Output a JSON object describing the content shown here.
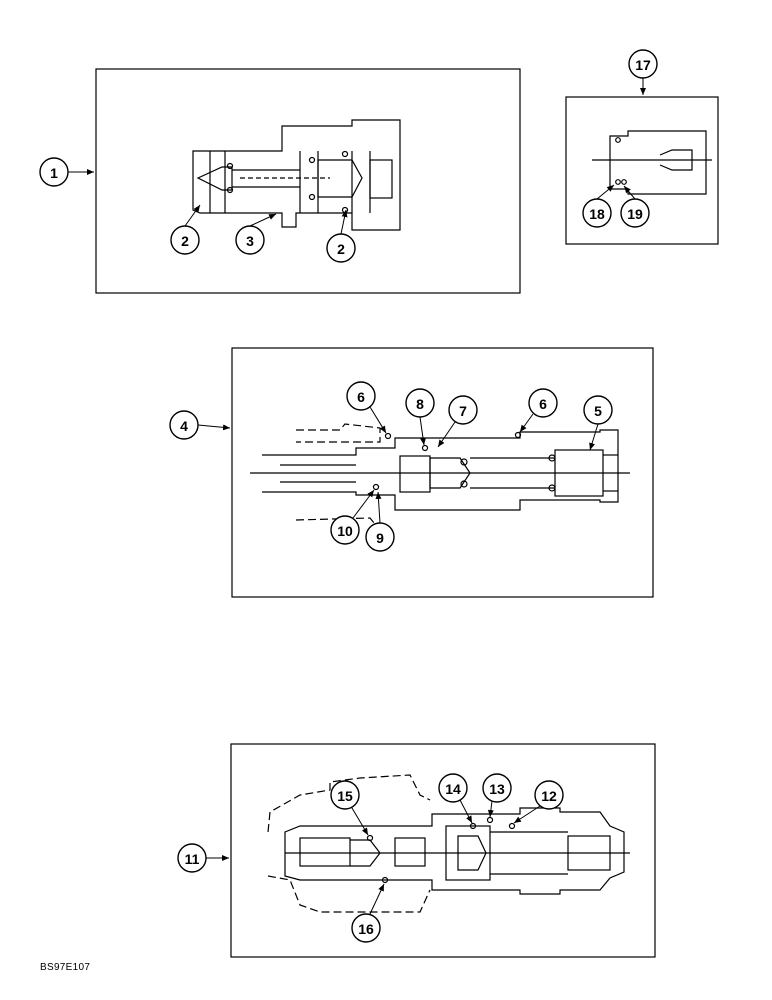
{
  "diagram": {
    "callouts": {
      "c1": "1",
      "c2a": "2",
      "c3": "3",
      "c2b": "2",
      "c17": "17",
      "c18": "18",
      "c19": "19",
      "c4": "4",
      "c6a": "6",
      "c8": "8",
      "c7": "7",
      "c6b": "6",
      "c5": "5",
      "c10": "10",
      "c9": "9",
      "c11": "11",
      "c15": "15",
      "c14": "14",
      "c13": "13",
      "c12": "12",
      "c16": "16"
    }
  },
  "footer": {
    "code": "BS97E107"
  }
}
